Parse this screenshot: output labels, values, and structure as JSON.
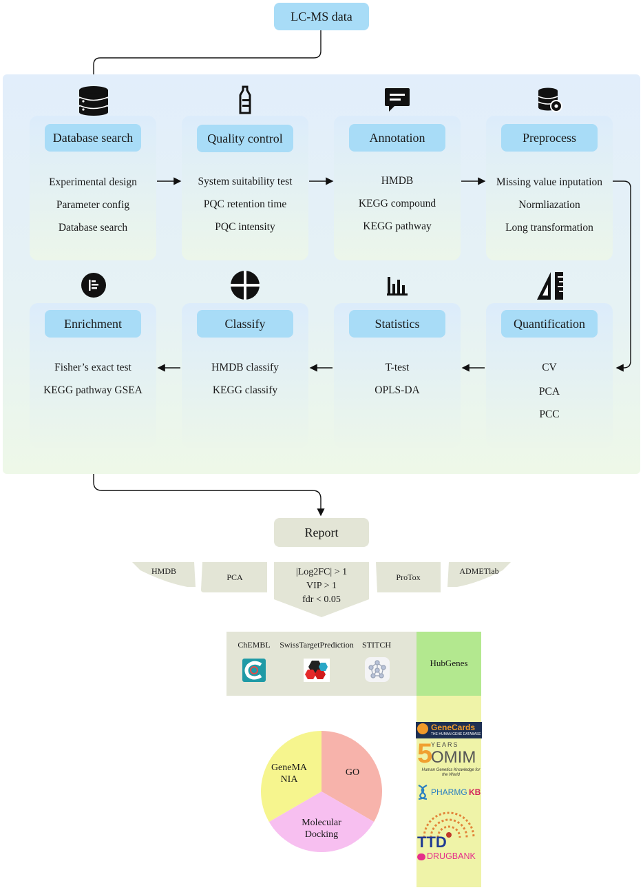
{
  "top_box": "LC-MS data",
  "pipeline": {
    "top_row": [
      {
        "title": "Database search",
        "items": [
          "Experimental design",
          "Parameter config",
          "Database search"
        ]
      },
      {
        "title": "Quality control",
        "items": [
          "System suitability test",
          "PQC retention time",
          "PQC intensity"
        ]
      },
      {
        "title": "Annotation",
        "items": [
          "HMDB",
          "KEGG compound",
          "KEGG pathway"
        ]
      },
      {
        "title": "Preprocess",
        "items": [
          "Missing value inputation",
          "Normliazation",
          "Long transformation"
        ]
      }
    ],
    "bottom_row": [
      {
        "title": "Enrichment",
        "items": [
          "Fisher’s exact test",
          "KEGG pathway GSEA"
        ]
      },
      {
        "title": "Classify",
        "items": [
          "HMDB classify",
          "KEGG classify"
        ]
      },
      {
        "title": "Statistics",
        "items": [
          "T-test",
          "OPLS-DA"
        ]
      },
      {
        "title": "Quantification",
        "items": [
          "CV",
          "PCA",
          "PCC"
        ]
      }
    ]
  },
  "report": {
    "title": "Report",
    "filters": {
      "left_outer": "HMDB",
      "left_inner": "PCA",
      "center": [
        "|Log2FC| > 1",
        "VIP > 1",
        "fdr < 0.05"
      ],
      "right_inner": "ProTox",
      "right_outer": "ADMETlab"
    }
  },
  "targets": {
    "sources": [
      "ChEMBL",
      "SwissTargetPrediction",
      "STITCH"
    ],
    "hub": "HubGenes"
  },
  "databases": {
    "genecards": "GeneCards",
    "genecards_sub": "THE HUMAN GENE DATABASE",
    "omim_years": "YEARS",
    "omim_text": "OMIM",
    "omim_sub": "Human Genetics Knowledge for the World",
    "pharmgkb_a": "PHARMG",
    "pharmgkb_b": "KB",
    "ttd": "TTD",
    "drugbank": "DRUGBANK"
  },
  "pie": {
    "slices": [
      {
        "label": "GO",
        "color": "#f7b3ab"
      },
      {
        "label": "Molecular\nDocking",
        "color": "#f7bff0"
      },
      {
        "label": "GeneMA\nNIA",
        "color": "#f6f58e"
      }
    ]
  },
  "colors": {
    "pill": "#a8dcf7",
    "report": "#e3e5d6",
    "hub": "#b3e88f",
    "yellow_strip": "#eff3a8"
  }
}
